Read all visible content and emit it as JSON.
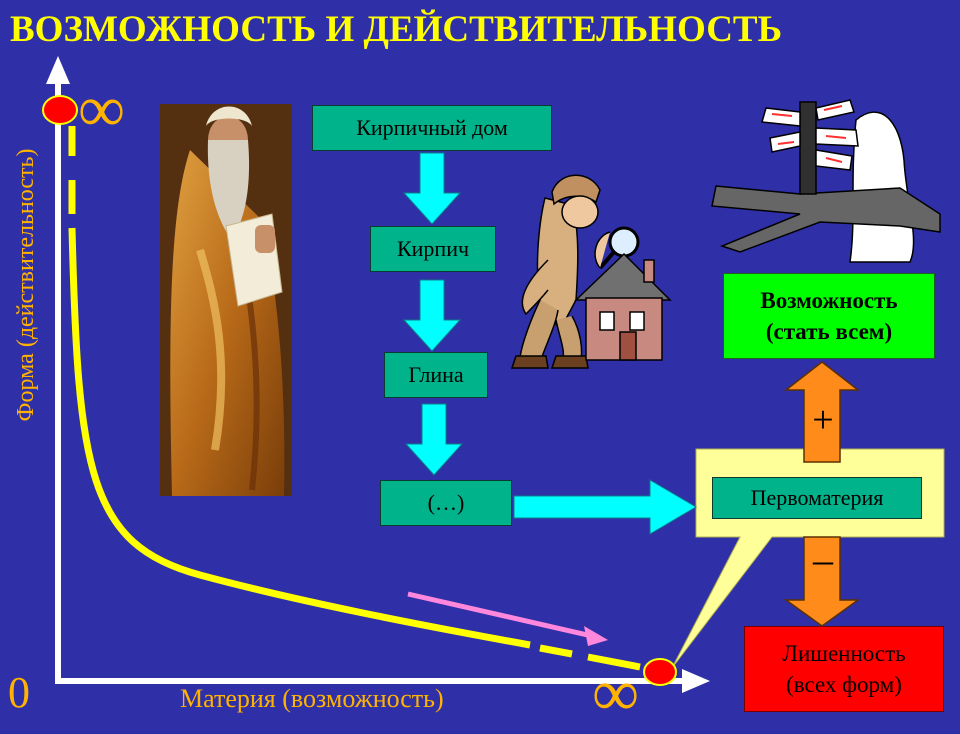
{
  "title": "ВОЗМОЖНОСТЬ И ДЕЙСТВИТЕЛЬНОСТЬ",
  "axes": {
    "y_label": "Форма (действительность)",
    "x_label": "Материя (возможность)",
    "origin": "0",
    "infinity": "∞"
  },
  "chain": {
    "brick_house": "Кирпичный дом",
    "brick": "Кирпич",
    "clay": "Глина",
    "ellipsis": "(…)"
  },
  "prime_matter": "Первоматерия",
  "possibility": {
    "line1": "Возможность",
    "line2": "(стать всем)"
  },
  "privation": {
    "line1": "Лишенность",
    "line2": "(всех форм)"
  },
  "signs": {
    "plus": "+",
    "minus": "–"
  },
  "colors": {
    "background": "#2f2fa8",
    "title": "#ffff00",
    "axis_label": "#ffb300",
    "curve": "#ffff00",
    "box": "#00b38a",
    "arrow_cyan": "#00ffff",
    "arrow_orange": "#ff8c1a",
    "possibility": "#00ff00",
    "privation": "#ff0000",
    "callout": "#ffff99",
    "end_points": "#ff0000",
    "pink_arrow": "#ff88dd"
  }
}
